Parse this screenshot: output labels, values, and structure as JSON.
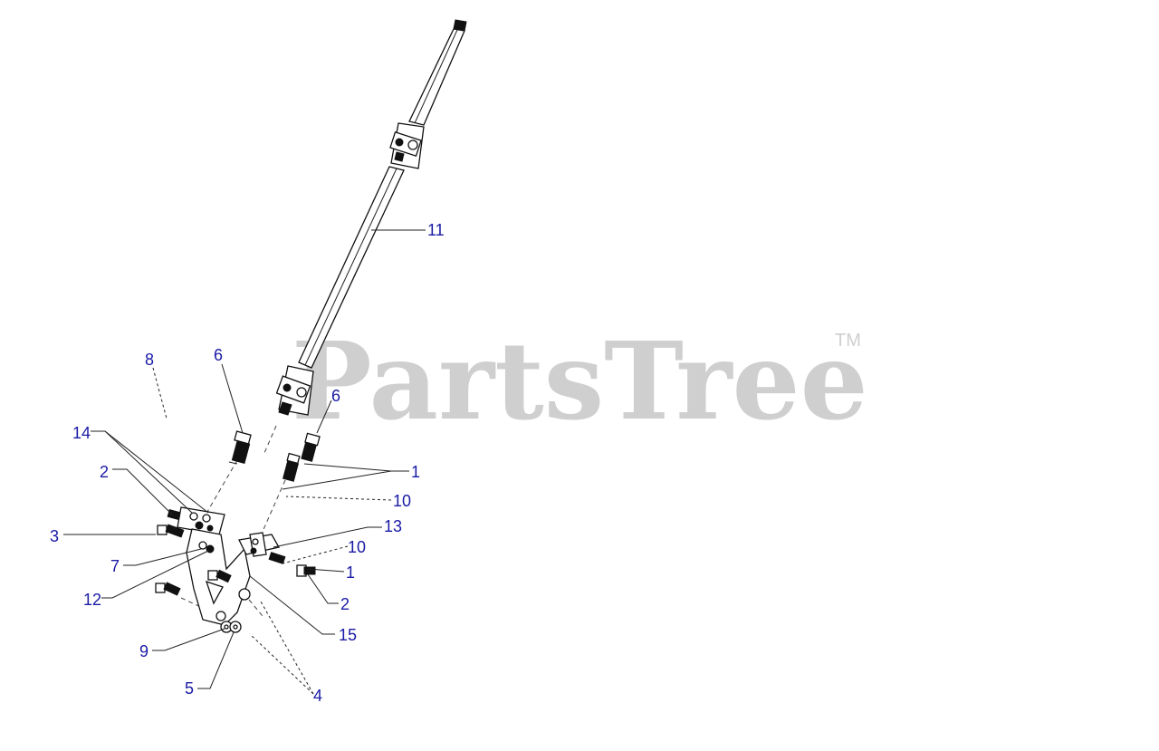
{
  "watermark": {
    "text": "PartsTree",
    "trademark": "TM"
  },
  "callouts": {
    "c11": "11",
    "c8": "8",
    "c6a": "6",
    "c6b": "6",
    "c14": "14",
    "c1a": "1",
    "c2a": "2",
    "c10a": "10",
    "c3": "3",
    "c13": "13",
    "c10b": "10",
    "c7": "7",
    "c1b": "1",
    "c12": "12",
    "c2b": "2",
    "c15": "15",
    "c9": "9",
    "c5": "5",
    "c4": "4"
  }
}
